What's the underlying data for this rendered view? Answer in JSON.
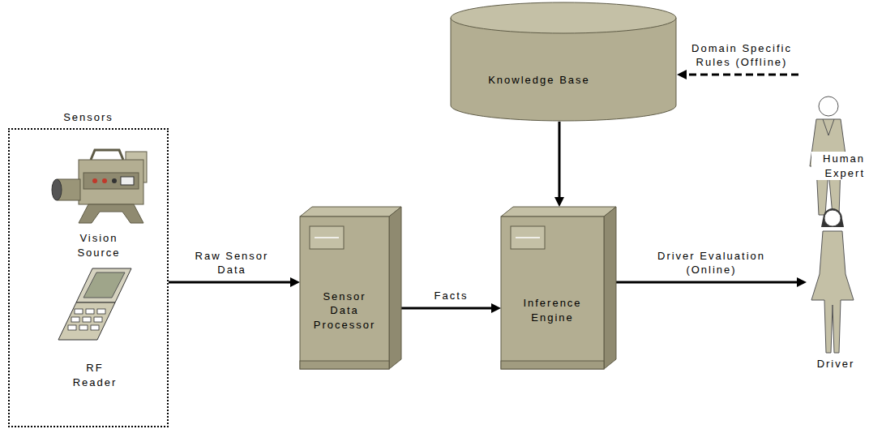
{
  "diagram": {
    "nodes": [
      {
        "text": [
          "Sensors"
        ]
      },
      {
        "text": [
          "Vision Source"
        ],
        "in": 0
      },
      {
        "text": [
          "RF Reader"
        ],
        "in": 0
      },
      {
        "text": [
          "Knowledge Base"
        ]
      },
      {
        "text": [
          "Sensor Data Processor"
        ]
      },
      {
        "text": [
          "Inference Engine"
        ]
      },
      {
        "text": [
          "Human Expert"
        ]
      },
      {
        "text": [
          "Driver"
        ]
      }
    ],
    "edges": [
      {
        "from": 0,
        "to": 4,
        "arrow": "to",
        "label": "Raw Sensor Data"
      },
      {
        "from": 4,
        "to": 5,
        "arrow": "to",
        "label": "Facts"
      },
      {
        "from": 3,
        "to": 5,
        "arrow": "to"
      },
      {
        "from": 6,
        "to": 3,
        "arrow": "to",
        "label": "Domain Specific Rules (Offline)"
      },
      {
        "from": 5,
        "to": 7,
        "arrow": "to",
        "label": "Driver Evaluation (Online)"
      }
    ]
  }
}
